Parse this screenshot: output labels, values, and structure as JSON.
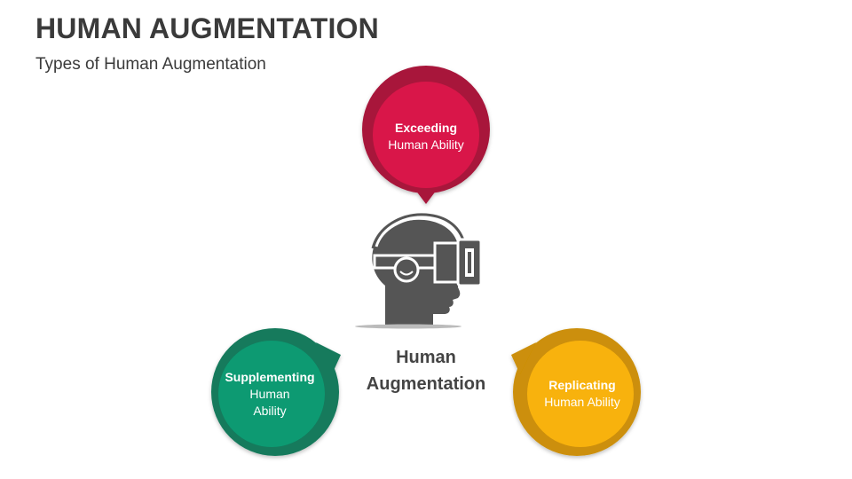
{
  "slide": {
    "title": "HUMAN AUGMENTATION",
    "subtitle": "Types of Human Augmentation"
  },
  "center": {
    "label_line1": "Human",
    "label_line2": "Augmentation",
    "icon": "vr-headset-head-icon"
  },
  "bubbles": [
    {
      "id": "top",
      "bold": "Exceeding",
      "lines": [
        "Human Ability"
      ],
      "color": "#d9194a",
      "ring_color": "#a8173a",
      "pointer": "bottom"
    },
    {
      "id": "left",
      "bold": "Supplementing",
      "lines": [
        "Human",
        "Ability"
      ],
      "color": "#0a9a72",
      "ring_color": "#137a5c",
      "pointer": "top-right"
    },
    {
      "id": "right",
      "bold": "Replicating",
      "lines": [
        "Human Ability"
      ],
      "color": "#f8b20e",
      "ring_color": "#cc8f07",
      "pointer": "top-left"
    }
  ]
}
